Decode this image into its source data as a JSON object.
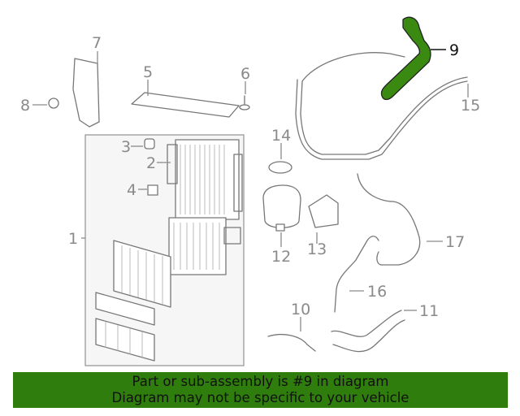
{
  "diagram": {
    "callouts": [
      {
        "id": "1",
        "label": "1"
      },
      {
        "id": "2",
        "label": "2"
      },
      {
        "id": "3",
        "label": "3"
      },
      {
        "id": "4",
        "label": "4"
      },
      {
        "id": "5",
        "label": "5"
      },
      {
        "id": "6",
        "label": "6"
      },
      {
        "id": "7",
        "label": "7"
      },
      {
        "id": "8",
        "label": "8"
      },
      {
        "id": "9",
        "label": "9"
      },
      {
        "id": "10",
        "label": "10"
      },
      {
        "id": "11",
        "label": "11"
      },
      {
        "id": "12",
        "label": "12"
      },
      {
        "id": "13",
        "label": "13"
      },
      {
        "id": "14",
        "label": "14"
      },
      {
        "id": "15",
        "label": "15"
      },
      {
        "id": "16",
        "label": "16"
      },
      {
        "id": "17",
        "label": "17"
      }
    ],
    "highlighted_part": "9",
    "highlight_color": "#3a8a12"
  },
  "banner": {
    "line1": "Part or sub-assembly is #9 in diagram",
    "line2": "Diagram may not be specific to your vehicle",
    "background": "#2f7d0c"
  }
}
